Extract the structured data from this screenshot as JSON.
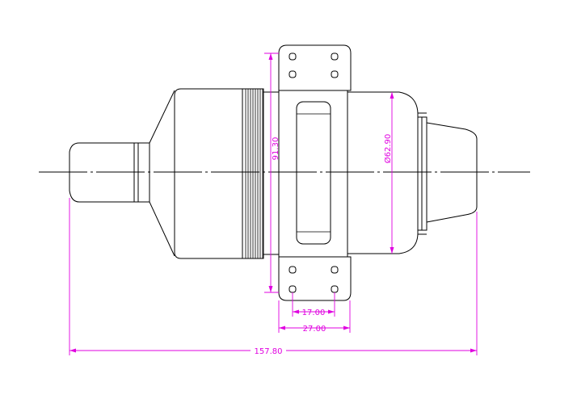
{
  "drawing": {
    "title": "",
    "units": "",
    "dimensions": {
      "overall_length": "157.80",
      "body_diameter": "Ø62.90",
      "mount_height": "91.30",
      "hole_spacing_inner": "17.00",
      "mount_width": "27.00"
    }
  },
  "colors": {
    "outline": "#000000",
    "dimension": "#e000e0",
    "background": "#ffffff"
  }
}
